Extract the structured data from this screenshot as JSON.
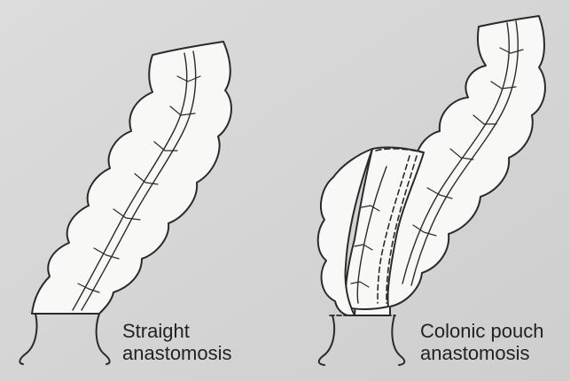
{
  "labels": {
    "straight": [
      "Straight",
      "anastomosis"
    ],
    "pouch": [
      "Colonic pouch",
      "anastomosis"
    ]
  },
  "colors": {
    "background": "#d4d4d4",
    "outline": "#2a2a2a",
    "organ_fill": "#f8f8f6"
  }
}
